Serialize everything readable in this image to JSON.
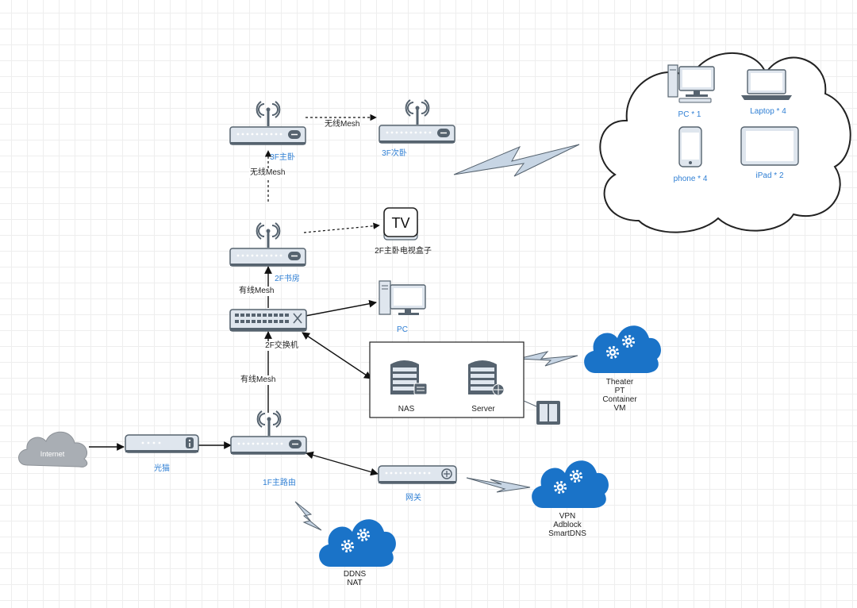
{
  "nodes": {
    "internet": {
      "label": "Internet"
    },
    "modem": {
      "label": "光猫"
    },
    "router_1f": {
      "label": "1F主路由"
    },
    "gateway": {
      "label": "网关"
    },
    "switch_2f": {
      "label": "2F交换机"
    },
    "ap_2f_study": {
      "label": "2F书房"
    },
    "ap_3f_master": {
      "label": "3F主卧"
    },
    "ap_3f_second": {
      "label": "3F次卧"
    },
    "tv_box": {
      "label": "2F主卧电视盒子",
      "screen_text": "TV"
    },
    "pc_2f": {
      "label": "PC"
    },
    "nas": {
      "label": "NAS"
    },
    "server": {
      "label": "Server"
    },
    "wifi_devices": [
      {
        "label": "PC * 1"
      },
      {
        "label": "Laptop * 4"
      },
      {
        "label": "phone * 4"
      },
      {
        "label": "iPad * 2"
      }
    ]
  },
  "edges": {
    "wireless_mesh_horizontal": "无线Mesh",
    "wireless_mesh_vertical": "无线Mesh",
    "wired_mesh_top": "有线Mesh",
    "wired_mesh_bottom": "有线Mesh"
  },
  "services": {
    "router": [
      "DDNS",
      "NAT"
    ],
    "gateway": [
      "VPN",
      "Adblock",
      "SmartDNS"
    ],
    "server": [
      "Theater",
      "PT",
      "Container",
      "VM"
    ]
  },
  "colors": {
    "label_blue": "#2f7fd4",
    "service_cloud": "#1a73c8",
    "device_fill": "#dfe6ee",
    "device_stroke": "#56636f",
    "wireless_bolt": "#c7d5e4",
    "wifi_cloud_stroke": "#222222"
  }
}
